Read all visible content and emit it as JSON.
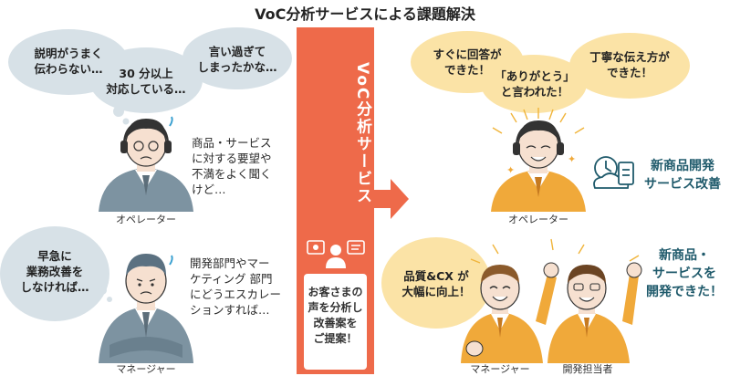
{
  "title": "VoC分析サービスによる課題解決",
  "left": {
    "operator_bubbles": [
      "説明がうまく\n伝わらない…",
      "30 分以上\n対応している…",
      "言い過ぎて\nしまったかな…"
    ],
    "operator_text": "商品・サービス\nに対する要望や\n不満をよく聞く\nけど…",
    "operator_caption": "オペレーター",
    "manager_bubble": "早急に\n業務改善を\nしなければ…",
    "manager_text": "開発部門やマー\nケティング 部門\nにどうエスカレー\nションすれば…",
    "manager_caption": "マネージャー"
  },
  "center": {
    "title": "VoC分析サービス",
    "box_text": "お客さまの\n声を分析し\n改善案を\nご提案！"
  },
  "right": {
    "operator_bubbles": [
      "すぐに回答が\nできた！",
      "「ありがとう」\nと言われた！",
      "丁寧な伝え方が\nできた！"
    ],
    "operator_caption": "オペレーター",
    "operator_result": "新商品開発\nサービス改善",
    "team_bubble": "品質&CX が\n大幅に向上！",
    "team_result": "新商品・\nサービスを\n開発できた！",
    "manager_caption": "マネージャー",
    "developer_caption": "開発担当者"
  },
  "colors": {
    "accent_orange": "#ee6a4a",
    "bubble_gray": "#d7e1e7",
    "bubble_yellow": "#fbe3a6",
    "suit_gray": "#7d93a1",
    "suit_orange": "#f0a93a",
    "teal_text": "#1f5a6b"
  }
}
